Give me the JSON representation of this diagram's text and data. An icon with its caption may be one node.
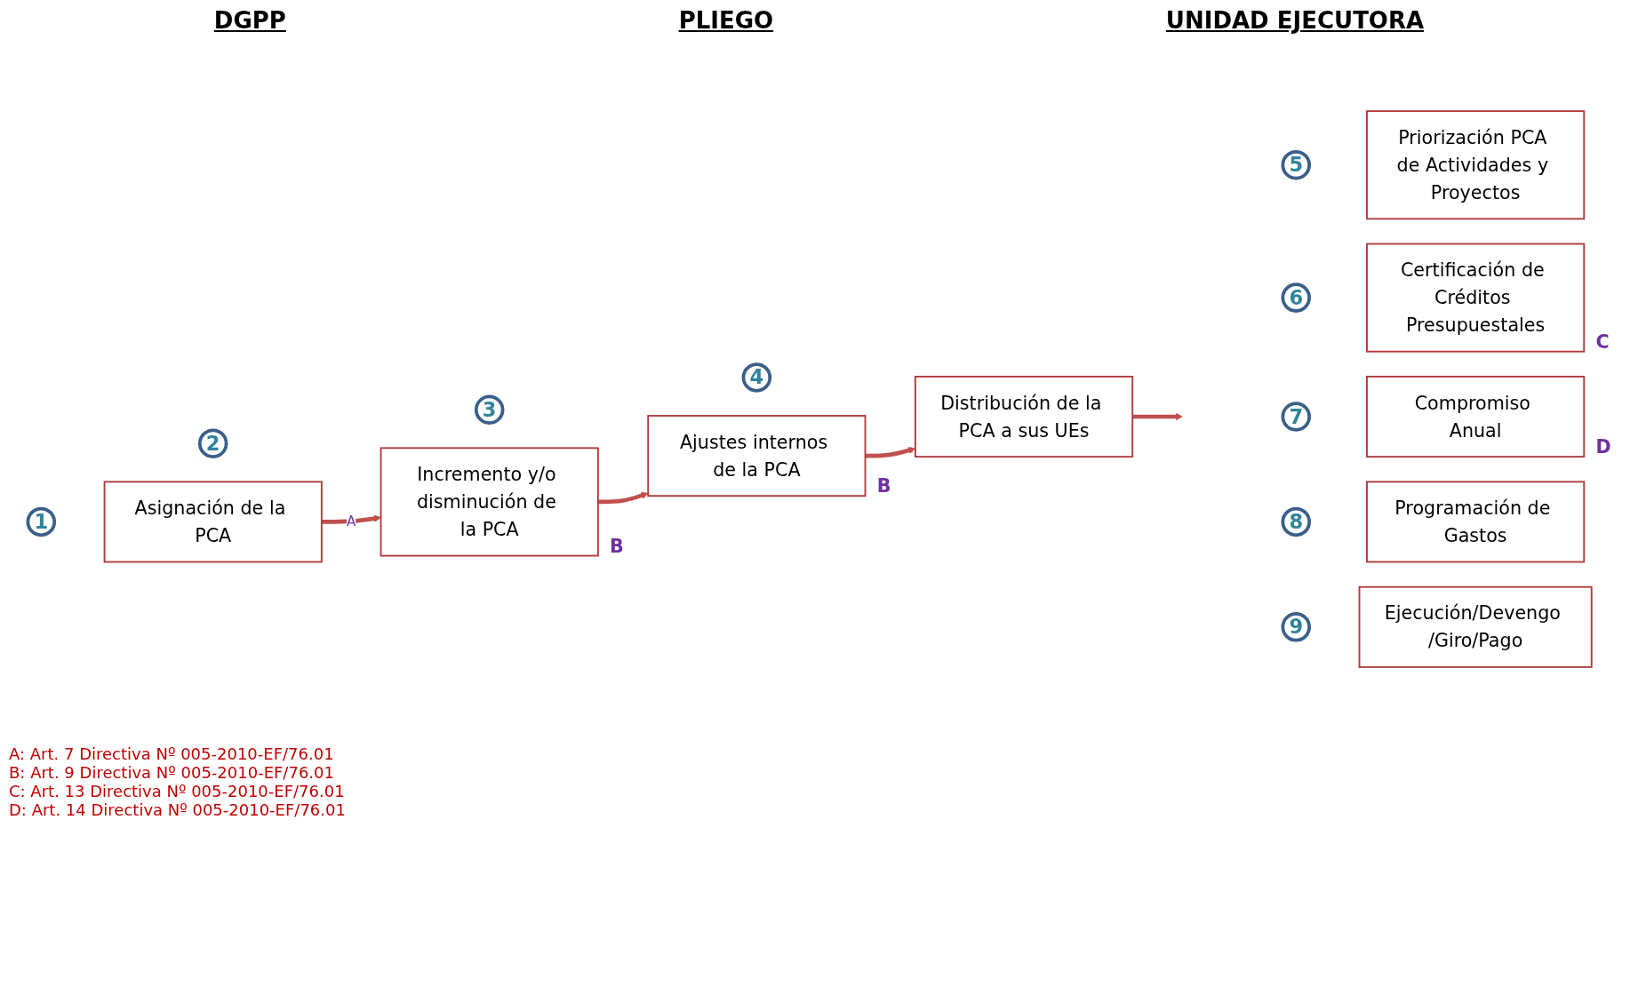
{
  "diagram": {
    "nodes": [
      {
        "text": [
          "1"
        ]
      },
      {
        "text": [
          "Asignación de la PCA"
        ]
      },
      {
        "text": [
          "2"
        ]
      },
      {
        "text": [
          "Incremento y/o disminución de la PCA"
        ],
        "beside": [
          "B"
        ]
      },
      {
        "text": [
          "3"
        ]
      },
      {
        "text": [
          "Ajustes internos de la PCA"
        ],
        "beside": [
          "B"
        ]
      },
      {
        "text": [
          "4"
        ]
      },
      {
        "text": [
          "Distribución de la PCA a sus UEs"
        ]
      },
      {
        "text": [
          "5"
        ]
      },
      {
        "text": [
          "Priorización PCA de Actividades y Proyectos"
        ]
      },
      {
        "text": [
          "6"
        ]
      },
      {
        "text": [
          "Certificación de Créditos Presupuestales"
        ],
        "beside": [
          "C"
        ]
      },
      {
        "text": [
          "7"
        ]
      },
      {
        "text": [
          "Compromiso Anual"
        ],
        "beside": [
          "D"
        ]
      },
      {
        "text": [
          "8"
        ]
      },
      {
        "text": [
          "Programación de Gastos"
        ]
      },
      {
        "text": [
          "9"
        ]
      },
      {
        "text": [
          "Ejecución/Devengo /Giro/Pago"
        ]
      }
    ],
    "edges": [
      {
        "from": 1,
        "to": 3,
        "arrow": "to",
        "label": "A"
      },
      {
        "from": 3,
        "to": 5,
        "arrow": "to"
      },
      {
        "from": 5,
        "to": 7,
        "arrow": "to"
      },
      {
        "from": 7,
        "to": null,
        "arrow": "to"
      }
    ],
    "labels": [
      "DGPP",
      "PLIEGO",
      "UNIDAD EJECUTORA",
      "A:  Art. 7 Directiva Nº 005-2010-EF/76.01",
      "B:  Art. 9 Directiva Nº 005-2010-EF/76.01",
      "C:  Art. 13 Directiva Nº 005-2010-EF/76.01",
      "D:  Art. 14 Directiva Nº 005-2010-EF/76.01"
    ]
  }
}
